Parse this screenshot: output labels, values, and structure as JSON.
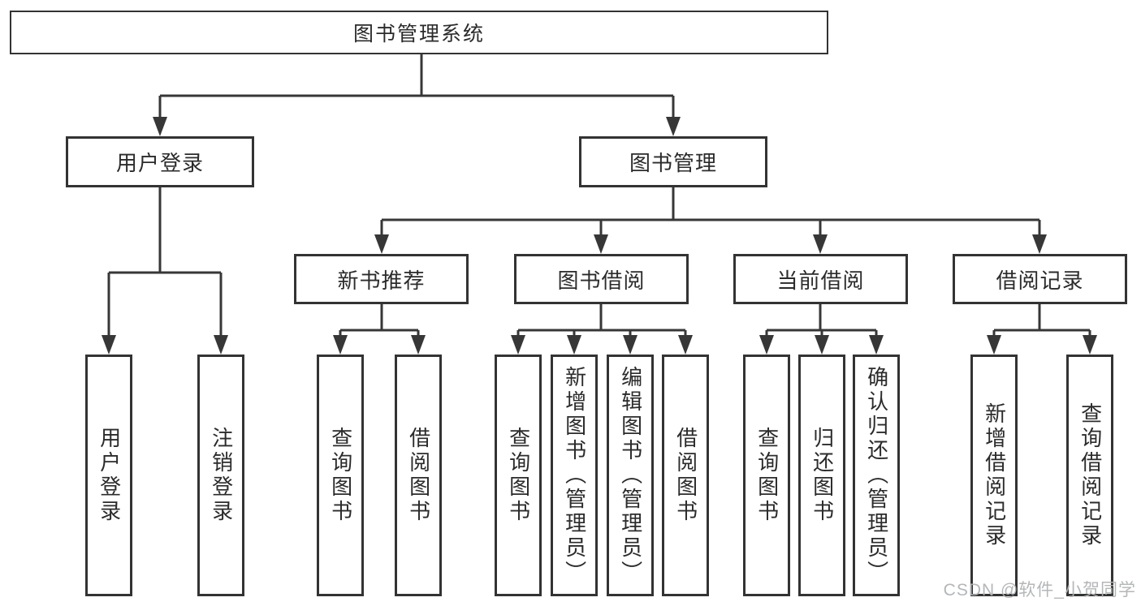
{
  "diagram": {
    "root": {
      "label": "图书管理系统"
    },
    "children": [
      {
        "label": "用户登录",
        "children": [
          {
            "label": "用户登录"
          },
          {
            "label": "注销登录"
          }
        ]
      },
      {
        "label": "图书管理",
        "children": [
          {
            "label": "新书推荐",
            "children": [
              {
                "label": "查询图书"
              },
              {
                "label": "借阅图书"
              }
            ]
          },
          {
            "label": "图书借阅",
            "children": [
              {
                "label": "查询图书"
              },
              {
                "label": "新增图书（管理员）"
              },
              {
                "label": "编辑图书（管理员）"
              },
              {
                "label": "借阅图书"
              }
            ]
          },
          {
            "label": "当前借阅",
            "children": [
              {
                "label": "查询图书"
              },
              {
                "label": "归还图书"
              },
              {
                "label": "确认归还（管理员）"
              }
            ]
          },
          {
            "label": "借阅记录",
            "children": [
              {
                "label": "新增借阅记录"
              },
              {
                "label": "查询借阅记录"
              }
            ]
          }
        ]
      }
    ]
  },
  "watermark": {
    "text": "CSDN @软件_小贺同学"
  },
  "colors": {
    "line": "#373737",
    "box_border": "#333333",
    "text": "#2b2b2b",
    "background": "#ffffff",
    "watermark": "#b0b2b4"
  }
}
